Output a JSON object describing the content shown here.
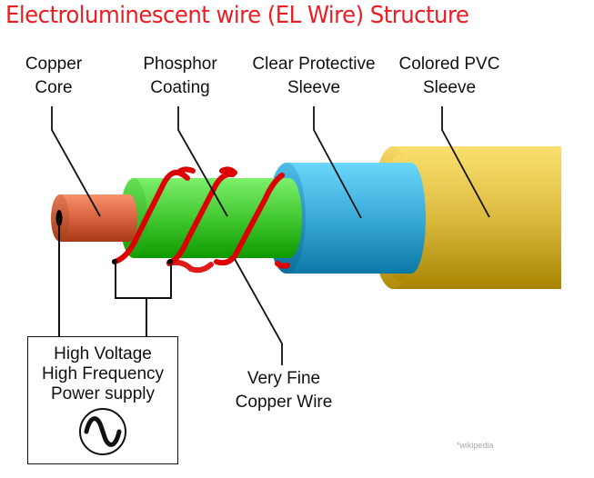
{
  "title": "Electroluminescent wire (EL Wire) Structure",
  "colors": {
    "title": "#ec1c24",
    "copper_core": "#d9623f",
    "phosphor_coating": "#4fd03d",
    "clear_sleeve": "#3ab0dc",
    "pvc_sleeve": "#e2c04c",
    "fine_wire": "#dd0000"
  },
  "labels": {
    "copper_core": [
      "Copper",
      "Core"
    ],
    "phosphor_coating": [
      "Phosphor",
      "Coating"
    ],
    "clear_sleeve": [
      "Clear Protective",
      "Sleeve"
    ],
    "pvc_sleeve": [
      "Colored PVC",
      "Sleeve"
    ],
    "fine_wire": [
      "Very Fine",
      "Copper Wire"
    ]
  },
  "power_supply": {
    "lines": [
      "High Voltage",
      "High Frequency",
      "Power supply"
    ],
    "icon": "ac-sine-wave-icon"
  },
  "credit": "*wikipedia"
}
